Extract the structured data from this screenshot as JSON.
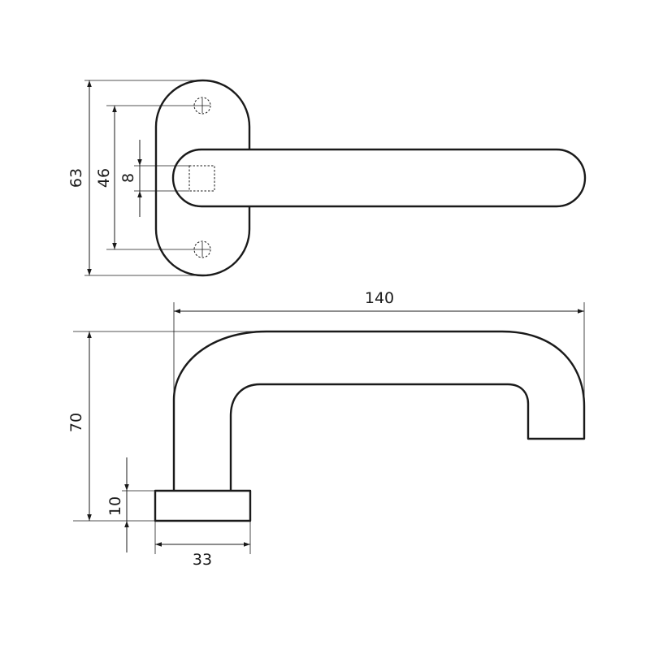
{
  "dimensions": {
    "rose_height": "63",
    "screw_spacing": "46",
    "square_spindle": "8",
    "lever_length": "140",
    "lever_projection": "70",
    "rose_thickness": "10",
    "rose_width": "33"
  },
  "colors": {
    "line": "#1a1a1a",
    "background": "#ffffff"
  }
}
